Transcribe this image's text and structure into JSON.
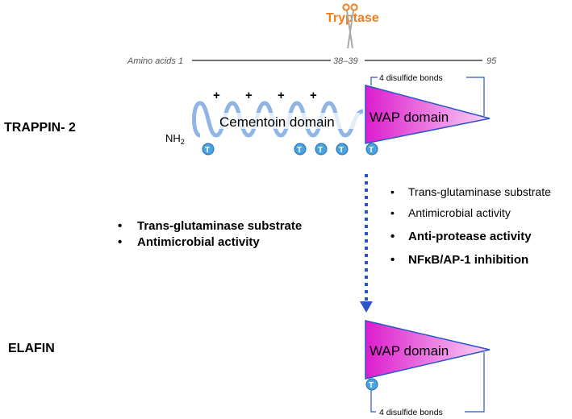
{
  "enzyme": {
    "name": "Tryptase",
    "color": "#f07d1e"
  },
  "scale": {
    "start": "Amino acids 1",
    "cut": "38–39",
    "end": "95"
  },
  "trappin": {
    "name": "TRAPPIN- 2",
    "nterm": "NH",
    "nterm_sub": "2",
    "cementoin": "Cementoin domain",
    "wap": "WAP domain",
    "disulfide": "4 disulfide bonds",
    "charge": "+",
    "tag": "T",
    "properties": [
      "Trans-glutaminase substrate",
      "Antimicrobial  activity"
    ]
  },
  "elafin": {
    "name": "ELAFIN",
    "wap": "WAP domain",
    "disulfide": "4 disulfide bonds",
    "tag": "T",
    "properties": [
      "Trans-glutaminase substrate",
      "Antimicrobial  activity",
      "Anti-protease activity",
      "NFκB/AP-1 inhibition"
    ]
  },
  "bullet": "•",
  "colors": {
    "wap": "#e020d0",
    "wap_light": "#f7c8f4",
    "helix": "#8fb4e6",
    "tag": "#4aa3e0",
    "arrow": "#2a55c8"
  }
}
